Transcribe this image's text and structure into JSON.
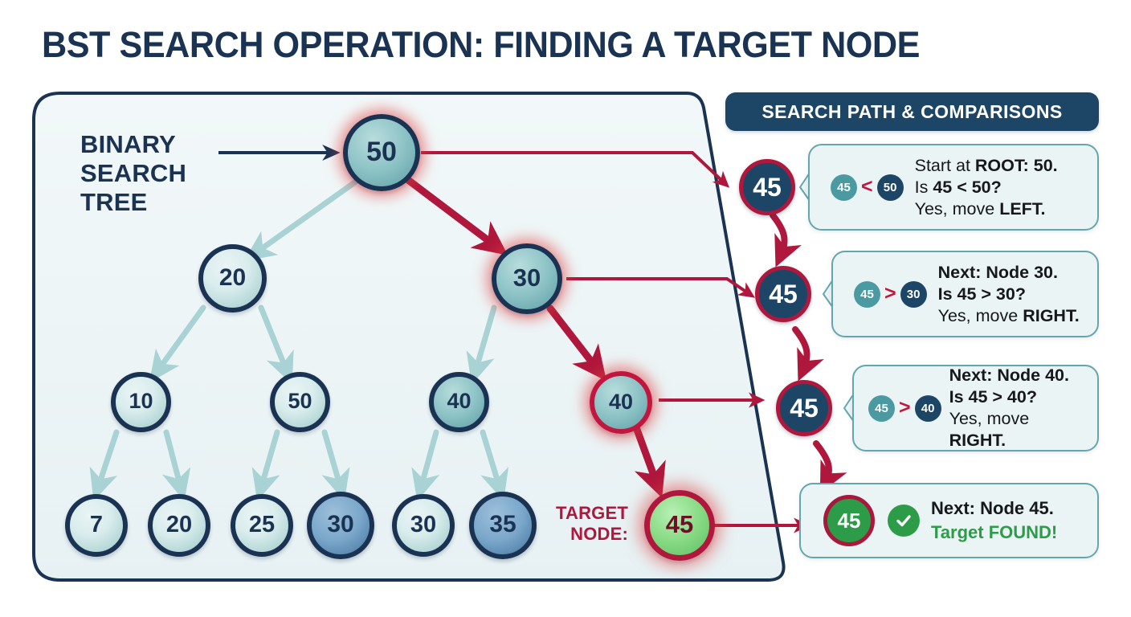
{
  "title": "BST SEARCH OPERATION: FINDING A TARGET NODE",
  "tree_panel": {
    "label_line1": "BINARY",
    "label_line2": "SEARCH",
    "label_line3": "TREE",
    "target_label_line1": "TARGET",
    "target_label_line2": "NODE:",
    "nodes": {
      "root": "50",
      "l1_left": "20",
      "l1_right": "30",
      "l2_a": "10",
      "l2_b": "50",
      "l2_c": "40",
      "l2_d": "40",
      "l3_a": "7",
      "l3_b": "20",
      "l3_c": "25",
      "l3_d": "30",
      "l3_e": "30",
      "l3_f": "35",
      "target": "45"
    }
  },
  "search_panel": {
    "header": "SEARCH PATH & COMPARISONS",
    "steps": [
      {
        "node_value": "45",
        "chip_left": "45",
        "operator": "<",
        "chip_right": "50",
        "line1_plain": "Start at ",
        "line1_bold": "ROOT: 50.",
        "line2_plain": "Is ",
        "line2_bold": "45 < 50?",
        "line3_plain": "Yes, move ",
        "line3_bold": "LEFT."
      },
      {
        "node_value": "45",
        "chip_left": "45",
        "operator": ">",
        "chip_right": "30",
        "line1_plain": "",
        "line1_bold": "Next: Node 30.",
        "line2_plain": "",
        "line2_bold": "Is 45 > 30?",
        "line3_plain": "Yes, move ",
        "line3_bold": "RIGHT."
      },
      {
        "node_value": "45",
        "chip_left": "45",
        "operator": ">",
        "chip_right": "40",
        "line1_plain": "",
        "line1_bold": "Next: Node 40.",
        "line2_plain": "",
        "line2_bold": "Is 45 > 40?",
        "line3_plain": "Yes, move ",
        "line3_bold": "RIGHT."
      }
    ],
    "final": {
      "node_value": "45",
      "line1_bold": "Next: Node 45.",
      "line2_green": "Target FOUND!"
    }
  },
  "colors": {
    "navy": "#1b3353",
    "crimson": "#b0173c",
    "teal": "#63a6ae",
    "green": "#2d9c48",
    "panel_header_bg": "#1d4666",
    "callout_bg": "#eaf4f4"
  }
}
